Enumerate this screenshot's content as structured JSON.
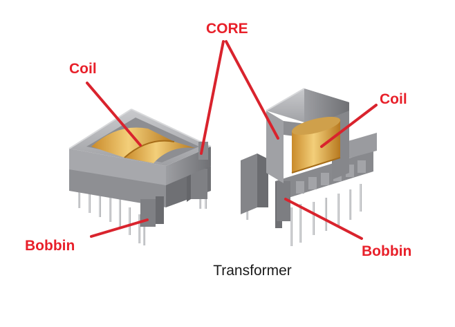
{
  "labels": {
    "core": "CORE",
    "coil_left": "Coil",
    "coil_right": "Coil",
    "bobbin_left": "Bobbin",
    "bobbin_right": "Bobbin"
  },
  "caption": "Transformer",
  "colors": {
    "label": "#e8202a",
    "arrow": "#d9232d",
    "core": "#8f9094",
    "coil": "#e5b04a",
    "bobbin": "#7c7d80",
    "pin": "#9a9ca0"
  }
}
